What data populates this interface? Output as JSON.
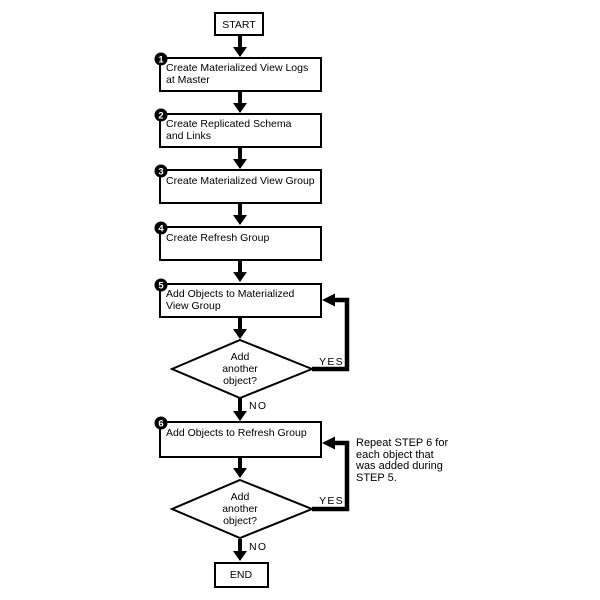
{
  "flowchart": {
    "start_label": "START",
    "end_label": "END",
    "steps": [
      {
        "number": "1",
        "lines": [
          "Create Materialized View Logs",
          "at Master"
        ]
      },
      {
        "number": "2",
        "lines": [
          "Create Replicated Schema",
          "and Links"
        ]
      },
      {
        "number": "3",
        "lines": [
          "Create Materialized View Group"
        ]
      },
      {
        "number": "4",
        "lines": [
          "Create Refresh Group"
        ]
      },
      {
        "number": "5",
        "lines": [
          "Add Objects to Materialized",
          "View Group"
        ]
      },
      {
        "number": "6",
        "lines": [
          "Add Objects to Refresh Group"
        ]
      }
    ],
    "decisions": [
      {
        "lines": [
          "Add",
          "another",
          "object?"
        ],
        "yes_label": "YES",
        "no_label": "NO"
      },
      {
        "lines": [
          "Add",
          "another",
          "object?"
        ],
        "yes_label": "YES",
        "no_label": "NO"
      }
    ],
    "annotation": {
      "lines": [
        "Repeat STEP 6 for",
        "each object that",
        "was added during",
        "STEP 5."
      ]
    },
    "colors": {
      "line": "#000000",
      "fill": "#ffffff",
      "text": "#000000",
      "badge_fill": "#000000",
      "badge_text": "#ffffff",
      "background": "#ffffff"
    }
  }
}
